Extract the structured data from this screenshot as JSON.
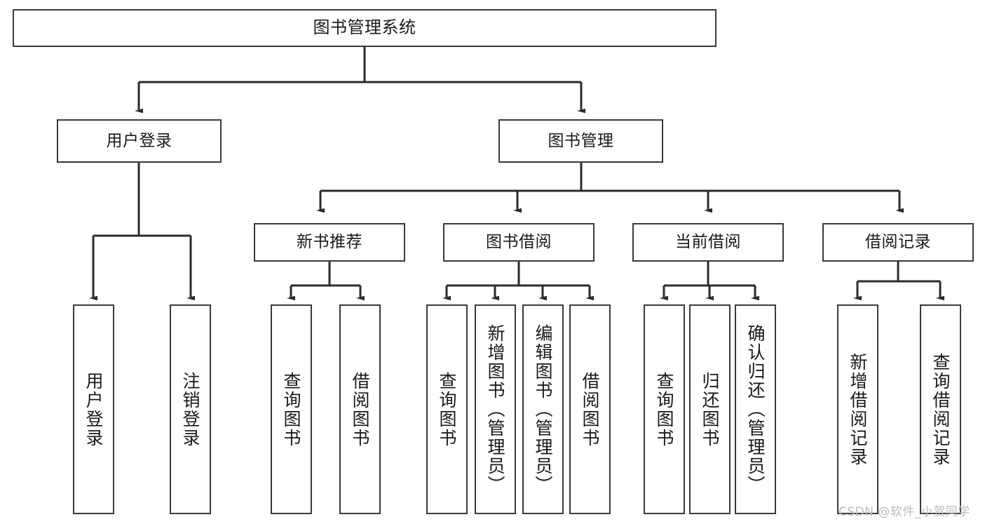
{
  "diagram": {
    "title": "图书管理系统",
    "type": "tree",
    "watermark": "CSDN @软件_小贺同学",
    "colors": {
      "box_border": "#3a3a3a",
      "box_fill": "#ffffff",
      "edge": "#2b2b2b",
      "text": "#1a1a1a",
      "watermark": "#b9bcc0",
      "background": "#ffffff"
    },
    "nodes": {
      "root": {
        "label": "图书管理系统"
      },
      "level2": [
        {
          "id": "user-login",
          "label": "用户登录"
        },
        {
          "id": "book-management",
          "label": "图书管理"
        }
      ],
      "level3": [
        {
          "id": "new-book-recommend",
          "label": "新书推荐"
        },
        {
          "id": "book-borrow",
          "label": "图书借阅"
        },
        {
          "id": "current-borrow",
          "label": "当前借阅"
        },
        {
          "id": "borrow-record",
          "label": "借阅记录"
        }
      ],
      "leaves": {
        "user-login": [
          {
            "id": "leaf-user-login",
            "label": "用户登录"
          },
          {
            "id": "leaf-logout-login",
            "label": "注销登录"
          }
        ],
        "new-book-recommend": [
          {
            "id": "leaf-query-book-1",
            "label": "查询图书"
          },
          {
            "id": "leaf-borrow-book-1",
            "label": "借阅图书"
          }
        ],
        "book-borrow": [
          {
            "id": "leaf-query-book-2",
            "label": "查询图书"
          },
          {
            "id": "leaf-add-book",
            "label": "新增图书（管理员）"
          },
          {
            "id": "leaf-edit-book",
            "label": "编辑图书（管理员）"
          },
          {
            "id": "leaf-borrow-book-2",
            "label": "借阅图书"
          }
        ],
        "current-borrow": [
          {
            "id": "leaf-query-book-3",
            "label": "查询图书"
          },
          {
            "id": "leaf-return-book",
            "label": "归还图书"
          },
          {
            "id": "leaf-confirm-return",
            "label": "确认归还（管理员）"
          }
        ],
        "borrow-record": [
          {
            "id": "leaf-add-record",
            "label": "新增借阅记录"
          },
          {
            "id": "leaf-query-record",
            "label": "查询借阅记录"
          }
        ]
      }
    }
  }
}
